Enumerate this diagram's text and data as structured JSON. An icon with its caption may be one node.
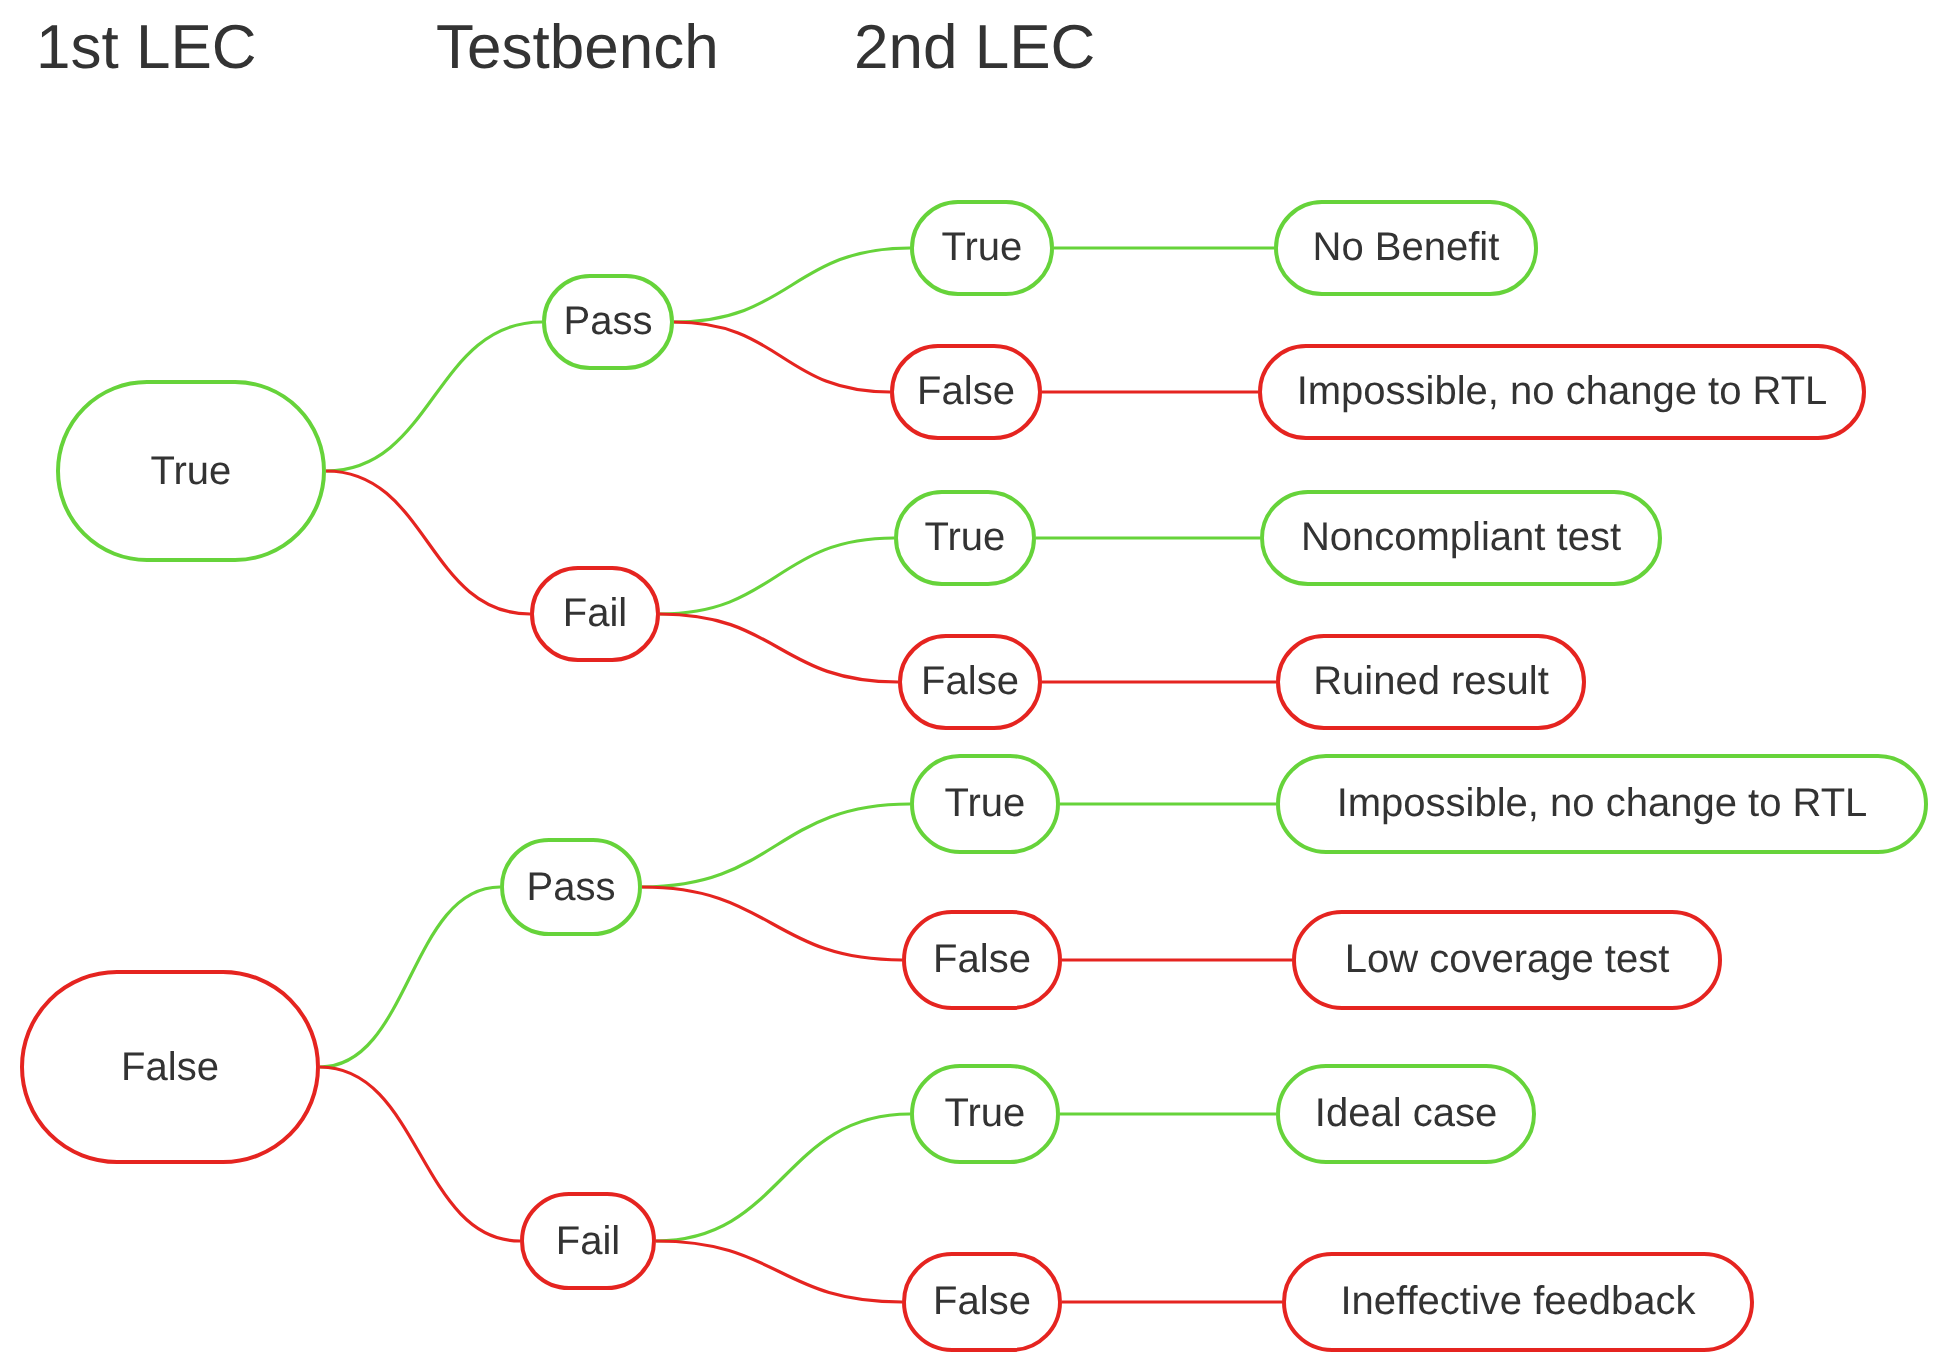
{
  "diagram": {
    "nodes": [
      {
        "text": [
          "True"
        ]
      },
      {
        "text": [
          "Pass"
        ]
      },
      {
        "text": [
          "True"
        ]
      },
      {
        "text": [
          "No Benefit"
        ]
      },
      {
        "text": [
          "False"
        ]
      },
      {
        "text": [
          "Impossible, no change to RTL"
        ]
      },
      {
        "text": [
          "Fail"
        ]
      },
      {
        "text": [
          "True"
        ]
      },
      {
        "text": [
          "Noncompliant test"
        ]
      },
      {
        "text": [
          "False"
        ]
      },
      {
        "text": [
          "Ruined result"
        ]
      },
      {
        "text": [
          "False"
        ]
      },
      {
        "text": [
          "Pass"
        ]
      },
      {
        "text": [
          "True"
        ]
      },
      {
        "text": [
          "Impossible, no change to RTL"
        ]
      },
      {
        "text": [
          "False"
        ]
      },
      {
        "text": [
          "Low coverage test"
        ]
      },
      {
        "text": [
          "Fail"
        ]
      },
      {
        "text": [
          "True"
        ]
      },
      {
        "text": [
          "Ideal case"
        ]
      },
      {
        "text": [
          "False"
        ]
      },
      {
        "text": [
          "Ineffective feedback"
        ]
      }
    ],
    "edges": [
      {
        "from": 0,
        "to": 1,
        "arrow": "none",
        "color": "#66d33a"
      },
      {
        "from": 1,
        "to": 2,
        "arrow": "none",
        "color": "#66d33a"
      },
      {
        "from": 2,
        "to": 3,
        "arrow": "none",
        "color": "#66d33a"
      },
      {
        "from": 1,
        "to": 4,
        "arrow": "none",
        "color": "#e52420"
      },
      {
        "from": 4,
        "to": 5,
        "arrow": "none",
        "color": "#e52420"
      },
      {
        "from": 0,
        "to": 6,
        "arrow": "none",
        "color": "#e52420"
      },
      {
        "from": 6,
        "to": 7,
        "arrow": "none",
        "color": "#66d33a"
      },
      {
        "from": 7,
        "to": 8,
        "arrow": "none",
        "color": "#66d33a"
      },
      {
        "from": 6,
        "to": 9,
        "arrow": "none",
        "color": "#e52420"
      },
      {
        "from": 9,
        "to": 10,
        "arrow": "none",
        "color": "#e52420"
      },
      {
        "from": 11,
        "to": 12,
        "arrow": "none",
        "color": "#66d33a"
      },
      {
        "from": 12,
        "to": 13,
        "arrow": "none",
        "color": "#66d33a"
      },
      {
        "from": 13,
        "to": 14,
        "arrow": "none",
        "color": "#66d33a"
      },
      {
        "from": 12,
        "to": 15,
        "arrow": "none",
        "color": "#e52420"
      },
      {
        "from": 15,
        "to": 16,
        "arrow": "none",
        "color": "#e52420"
      },
      {
        "from": 11,
        "to": 17,
        "arrow": "none",
        "color": "#e52420"
      },
      {
        "from": 17,
        "to": 18,
        "arrow": "none",
        "color": "#66d33a"
      },
      {
        "from": 18,
        "to": 19,
        "arrow": "none",
        "color": "#66d33a"
      },
      {
        "from": 17,
        "to": 20,
        "arrow": "none",
        "color": "#e52420"
      },
      {
        "from": 20,
        "to": 21,
        "arrow": "none",
        "color": "#e52420"
      }
    ],
    "labels": [
      "1st LEC",
      "Testbench",
      "2nd LEC"
    ]
  }
}
